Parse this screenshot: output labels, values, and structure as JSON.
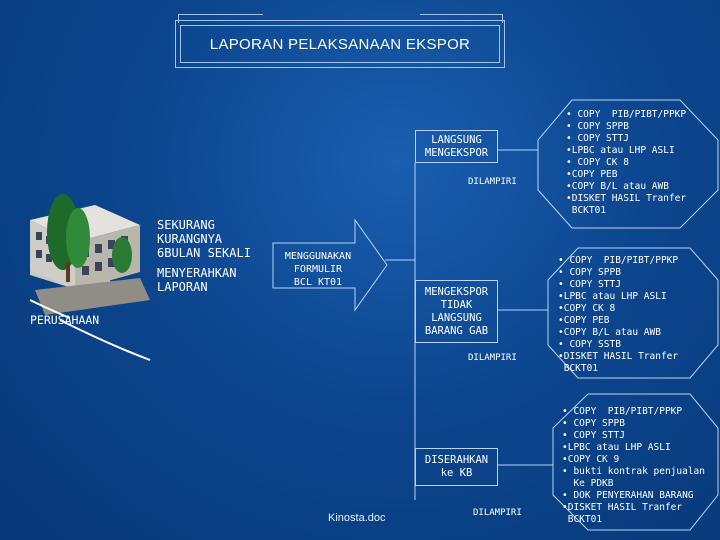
{
  "title": "LAPORAN  PELAKSANAAN EKSPOR",
  "left": {
    "building_label": "PERUSAHAAN",
    "info_line1": "SEKURANG",
    "info_line2": "KURANGNYA",
    "info_line3": "6BULAN SEKALI",
    "info_line4": "MENYERAHKAN",
    "info_line5": "LAPORAN"
  },
  "arrow": {
    "line1": "MENGGUNAKAN",
    "line2": "FORMULIR",
    "line3": "BCL KT01"
  },
  "boxes": {
    "b1_line1": "LANGSUNG",
    "b1_line2": "MENGEKSPOR",
    "b2_line1": "MENGEKSPOR",
    "b2_line2": "TIDAK",
    "b2_line3": "LANGSUNG",
    "b2_line4": "BARANG GAB",
    "b3_line1": "DISERAHKAN",
    "b3_line2": "ke KB"
  },
  "labels": {
    "dilampiri1": "DILAMPIRI",
    "dilampiri2": "DILAMPIRI",
    "dilampiri3": "DILAMPIRI"
  },
  "octagons": {
    "o1": "• COPY  PIB/PIBT/PPKP\n• COPY SPPB\n• COPY STTJ\n•LPBC atau LHP ASLI\n• COPY CK 8\n•COPY PEB\n•COPY B/L atau AWB\n•DISKET HASIL Tranfer\n BCKT01",
    "o2": "• COPY  PIB/PIBT/PPKP\n• COPY SPPB\n• COPY STTJ\n•LPBC atau LHP ASLI\n•COPY CK 8\n•COPY PEB\n•COPY B/L atau AWB\n• COPY SSTB\n•DISKET HASIL Tranfer\n BCKT01",
    "o3": "• COPY  PIB/PIBT/PPKP\n• COPY SPPB\n• COPY STTJ\n•LPBC atau LHP ASLI\n•COPY CK 9\n• bukti kontrak penjualan\n  Ke PDKB\n• DOK PENYERAHAN BARANG\n•DISKET HASIL Tranfer\n BCKT01"
  },
  "footer": "Kinosta.doc",
  "colors": {
    "background": "#0c468f",
    "line": "#b8d3f5",
    "text": "#ffffff"
  }
}
